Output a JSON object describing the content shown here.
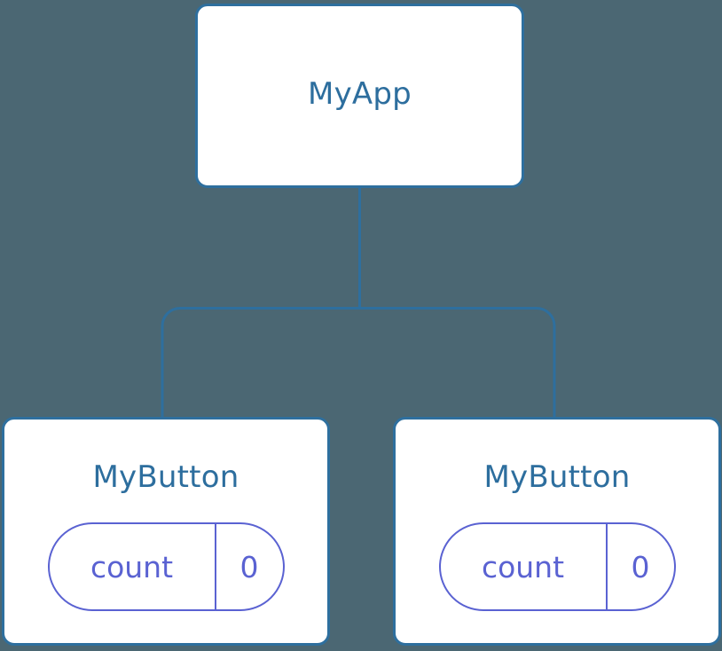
{
  "canvas": {
    "background_color": "#4b6773",
    "node_border_color": "#2e6f9e",
    "node_fill_color": "#ffffff",
    "node_text_color": "#2d6e9e",
    "edge_color": "#2e6f9e",
    "state_pill_color": "#5a62d2"
  },
  "tree": {
    "root": {
      "title": "MyApp"
    },
    "children": [
      {
        "title": "MyButton",
        "state": {
          "key": "count",
          "value": "0"
        }
      },
      {
        "title": "MyButton",
        "state": {
          "key": "count",
          "value": "0"
        }
      }
    ]
  }
}
